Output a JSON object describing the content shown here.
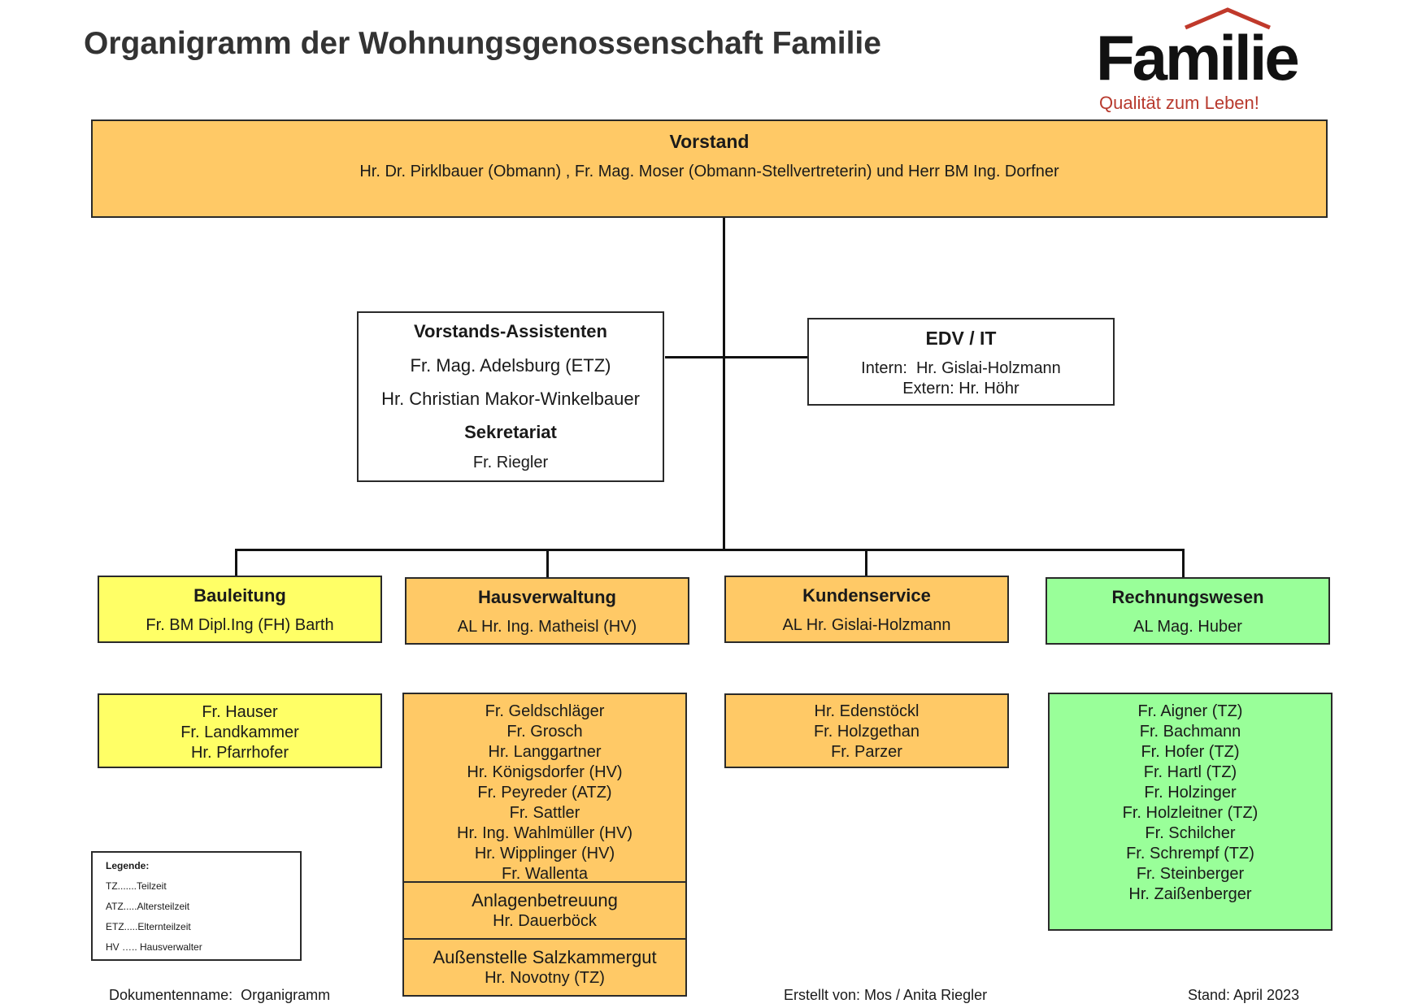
{
  "header": {
    "title": "Organigramm der Wohnungsgenossenschaft Familie",
    "logo_word": "Familie",
    "logo_tagline": "Qualität zum Leben!"
  },
  "colors": {
    "orange": "#ffc966",
    "yellow": "#ffff66",
    "green": "#99ff99",
    "logo_red": "#c0392b"
  },
  "vorstand": {
    "title": "Vorstand",
    "members": "Hr. Dr. Pirklbauer (Obmann) , Fr. Mag. Moser (Obmann-Stellvertreterin) und Herr BM Ing. Dorfner"
  },
  "assistenten": {
    "title": "Vorstands-Assistenten",
    "members": [
      "Fr. Mag. Adelsburg (ETZ)",
      "Hr. Christian Makor-Winkelbauer"
    ],
    "sekretariat_title": "Sekretariat",
    "sekretariat_member": "Fr. Riegler"
  },
  "edv": {
    "title": "EDV / IT",
    "intern": "Intern:  Hr. Gislai-Holzmann",
    "extern": "Extern: Hr. Höhr"
  },
  "departments": [
    {
      "title": "Bauleitung",
      "head": "Fr. BM Dipl.Ing (FH) Barth",
      "staff": [
        "Fr. Hauser",
        "Fr. Landkammer",
        "Hr. Pfarrhofer"
      ]
    },
    {
      "title": "Hausverwaltung",
      "head": "AL Hr. Ing. Matheisl (HV)",
      "staff": [
        "Fr. Geldschläger",
        "Fr. Grosch",
        "Hr. Langgartner",
        "Hr. Königsdorfer (HV)",
        "Fr. Peyreder (ATZ)",
        "Fr. Sattler",
        "Hr. Ing. Wahlmüller (HV)",
        "Hr. Wipplinger (HV)",
        "Fr. Wallenta"
      ]
    },
    {
      "title": "Kundenservice",
      "head": "AL Hr. Gislai-Holzmann",
      "staff": [
        "Hr. Edenstöckl",
        "Fr. Holzgethan",
        "Fr. Parzer"
      ]
    },
    {
      "title": "Rechnungswesen",
      "head": "AL Mag. Huber",
      "staff": [
        "Fr. Aigner (TZ)",
        "Fr. Bachmann",
        "Fr. Hofer (TZ)",
        "Fr. Hartl (TZ)",
        "Fr. Holzinger",
        "Fr. Holzleitner (TZ)",
        "Fr. Schilcher",
        "Fr. Schrempf (TZ)",
        "Fr. Steinberger",
        "Hr. Zaißenberger"
      ]
    }
  ],
  "anlagen": {
    "title": "Anlagenbetreuung",
    "member": "Hr. Dauerböck"
  },
  "aussenstelle": {
    "title": "Außenstelle Salzkammergut",
    "member": "Hr. Novotny (TZ)"
  },
  "legend": {
    "title": "Legende:",
    "items": [
      "TZ.......Teilzeit",
      "ATZ.....Altersteilzeit",
      "ETZ.....Elternteilzeit",
      "HV ….. Hausverwalter"
    ]
  },
  "footer": {
    "document": "Dokumentenname:  Organigramm",
    "created": "Erstellt von: Mos / Anita Riegler",
    "stand": "Stand: April 2023"
  }
}
